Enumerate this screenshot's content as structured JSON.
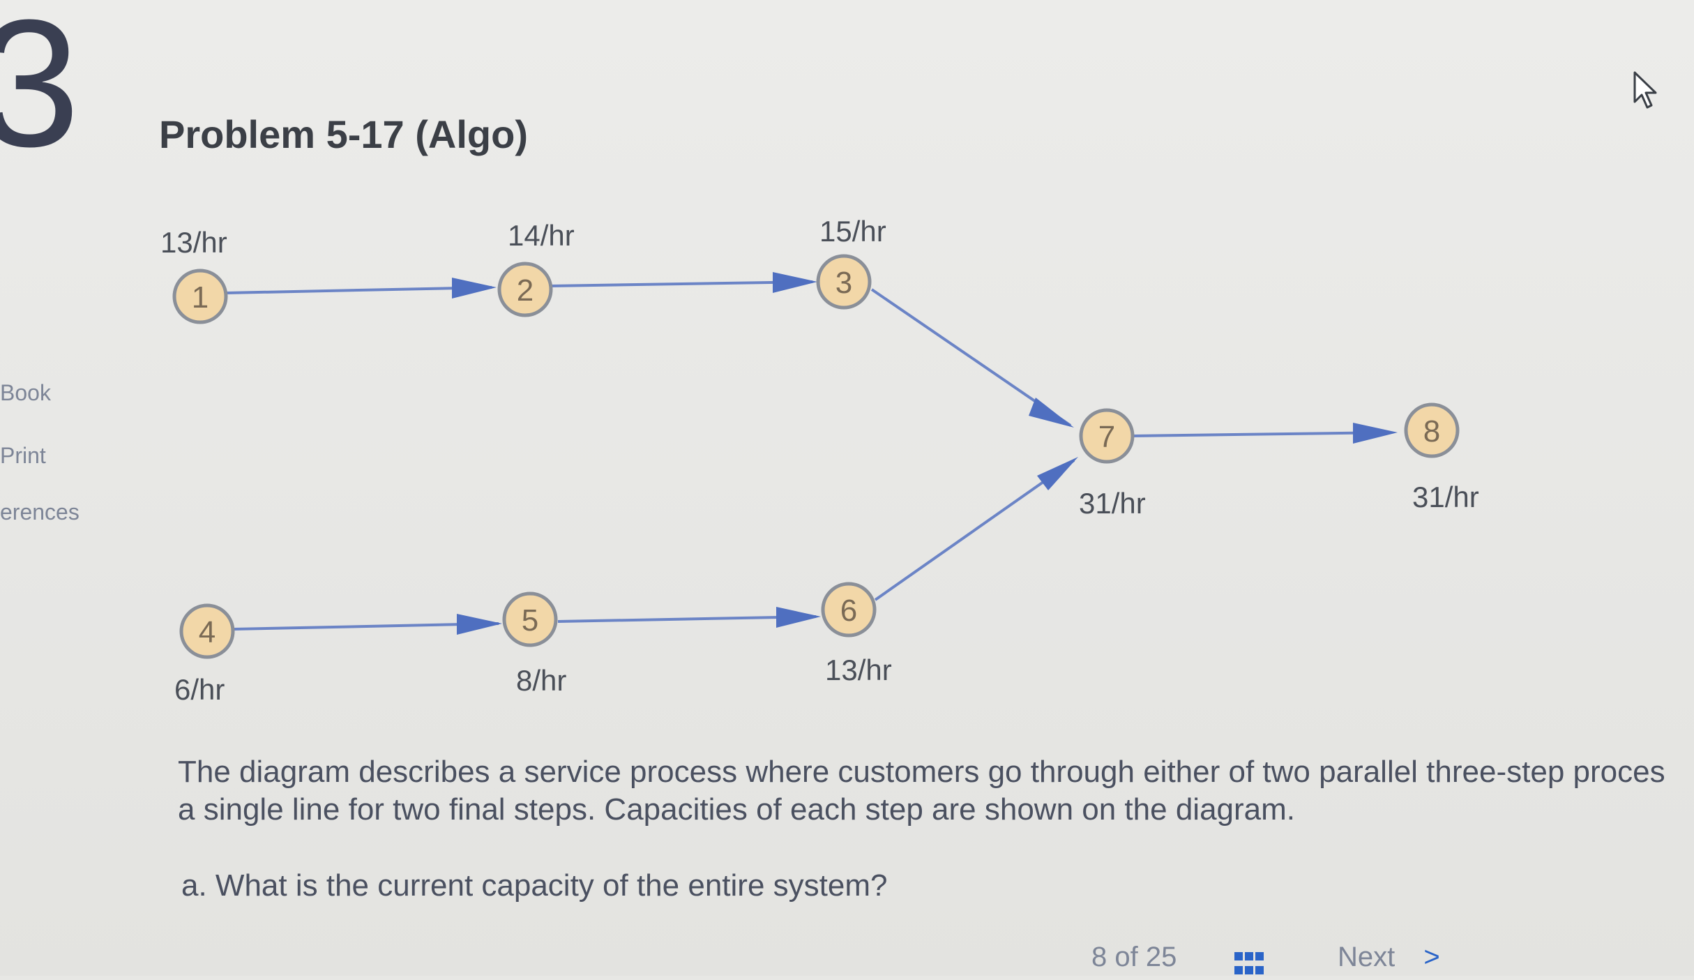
{
  "page": {
    "chapter_digit": "3",
    "title": "Problem 5-17 (Algo)"
  },
  "sidebar": {
    "items": [
      {
        "label": "Book"
      },
      {
        "label": "Print"
      },
      {
        "label": "erences"
      }
    ]
  },
  "diagram": {
    "nodes": [
      {
        "id": "1",
        "rate": "13/hr"
      },
      {
        "id": "2",
        "rate": "14/hr"
      },
      {
        "id": "3",
        "rate": "15/hr"
      },
      {
        "id": "4",
        "rate": "6/hr"
      },
      {
        "id": "5",
        "rate": "8/hr"
      },
      {
        "id": "6",
        "rate": "13/hr"
      },
      {
        "id": "7",
        "rate": "31/hr"
      },
      {
        "id": "8",
        "rate": "31/hr"
      }
    ],
    "edges": [
      [
        "1",
        "2"
      ],
      [
        "2",
        "3"
      ],
      [
        "3",
        "7"
      ],
      [
        "4",
        "5"
      ],
      [
        "5",
        "6"
      ],
      [
        "6",
        "7"
      ],
      [
        "7",
        "8"
      ]
    ]
  },
  "description": {
    "line1": "The diagram describes a service process where customers go through either of two parallel three-step proces",
    "line2": "a single line for two final steps. Capacities of each step are shown on the diagram."
  },
  "question": {
    "a": "a. What is the current capacity of the entire system?"
  },
  "footer": {
    "page_indicator": "8 of 25",
    "next_label": "Next",
    "next_icon": "chevron-right-icon",
    "grid_icon": "grid-icon"
  },
  "colors": {
    "node_fill": "#f2d7a8",
    "node_stroke": "#8a8f98",
    "edge": "#5c7cc4",
    "accent_blue": "#2a64c8"
  }
}
